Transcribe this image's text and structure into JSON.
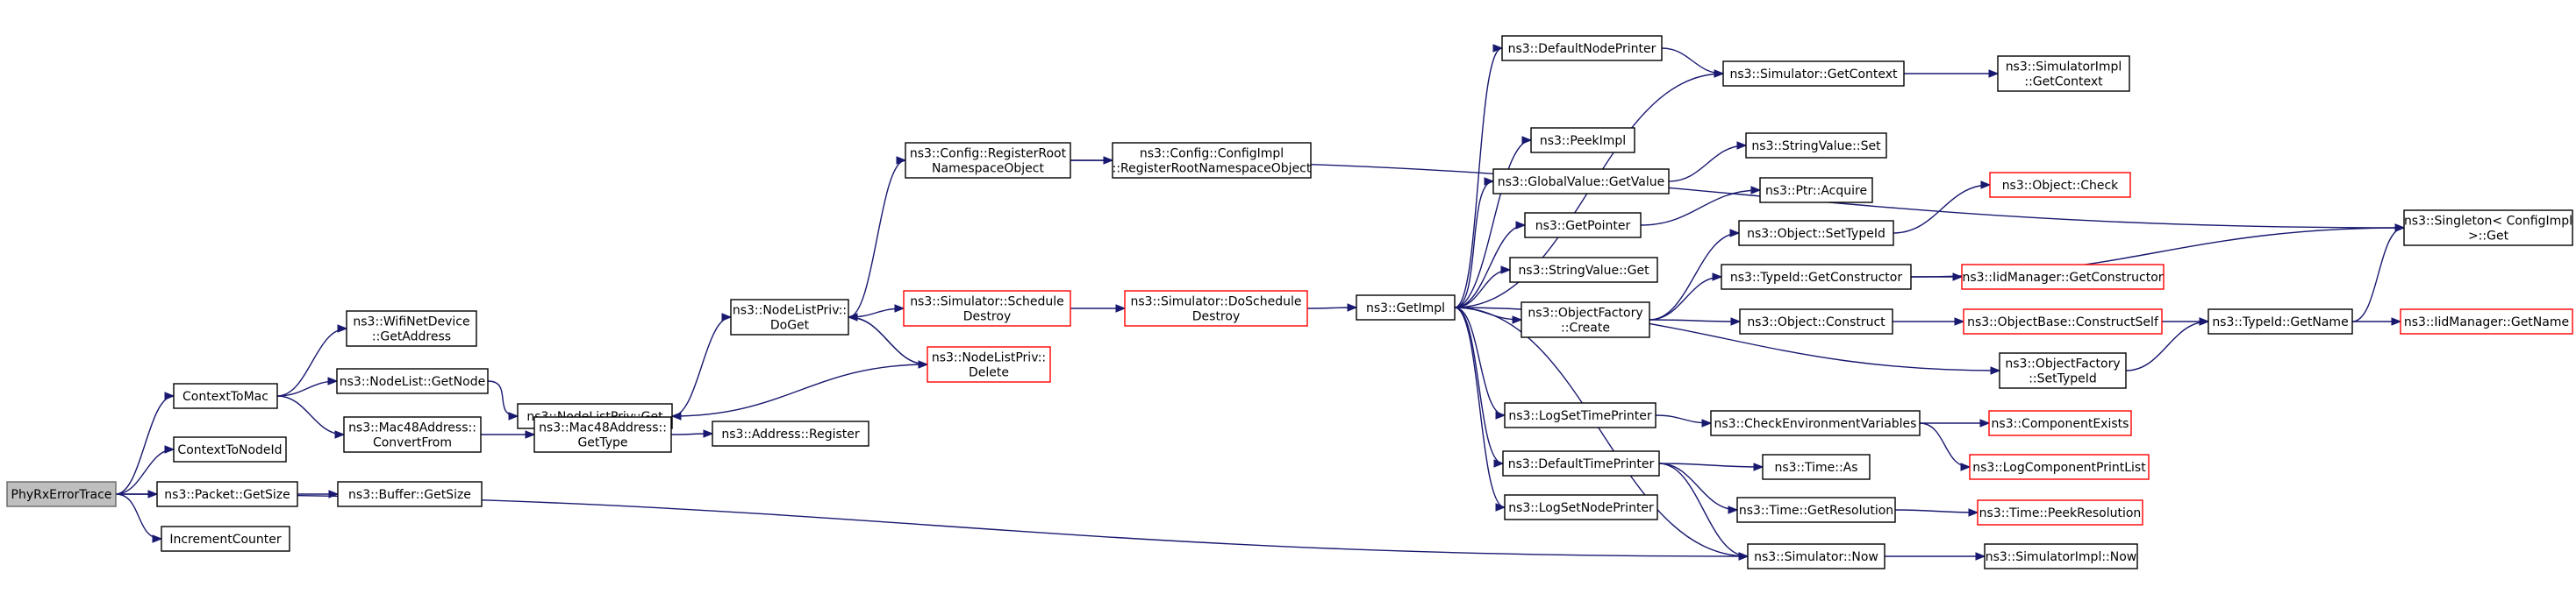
{
  "graph": {
    "nodes": [
      {
        "id": "PhyRxErrorTrace",
        "lines": [
          "PhyRxErrorTrace"
        ],
        "style": "root"
      },
      {
        "id": "ContextToMac",
        "lines": [
          "ContextToMac"
        ],
        "style": "normal"
      },
      {
        "id": "ContextToNodeId",
        "lines": [
          "ContextToNodeId"
        ],
        "style": "normal"
      },
      {
        "id": "PacketGetSize",
        "lines": [
          "ns3::Packet::GetSize"
        ],
        "style": "normal"
      },
      {
        "id": "IncrementCounter",
        "lines": [
          "IncrementCounter"
        ],
        "style": "normal"
      },
      {
        "id": "WifiNetDeviceGetAddress",
        "lines": [
          "ns3::WifiNetDevice",
          "::GetAddress"
        ],
        "style": "normal"
      },
      {
        "id": "NodeListGetNode",
        "lines": [
          "ns3::NodeList::GetNode"
        ],
        "style": "normal"
      },
      {
        "id": "Mac48AddressConvertFrom",
        "lines": [
          "ns3::Mac48Address::",
          "ConvertFrom"
        ],
        "style": "normal"
      },
      {
        "id": "BufferGetSize",
        "lines": [
          "ns3::Buffer::GetSize"
        ],
        "style": "normal"
      },
      {
        "id": "NodeListPrivGet",
        "lines": [
          "ns3::NodeListPriv::Get"
        ],
        "style": "normal"
      },
      {
        "id": "Mac48AddressGetType",
        "lines": [
          "ns3::Mac48Address::",
          "GetType"
        ],
        "style": "normal"
      },
      {
        "id": "AddressRegister",
        "lines": [
          "ns3::Address::Register"
        ],
        "style": "normal"
      },
      {
        "id": "NodeListPrivDoGet",
        "lines": [
          "ns3::NodeListPriv::",
          "DoGet"
        ],
        "style": "normal"
      },
      {
        "id": "ConfigRegisterRoot",
        "lines": [
          "ns3::Config::RegisterRoot",
          "NamespaceObject"
        ],
        "style": "normal"
      },
      {
        "id": "ConfigImplRegisterRoot",
        "lines": [
          "ns3::Config::ConfigImpl",
          "::RegisterRootNamespaceObject"
        ],
        "style": "normal"
      },
      {
        "id": "SimulatorScheduleDestroy",
        "lines": [
          "ns3::Simulator::Schedule",
          "Destroy"
        ],
        "style": "red"
      },
      {
        "id": "NodeListPrivDelete",
        "lines": [
          "ns3::NodeListPriv::",
          "Delete"
        ],
        "style": "red"
      },
      {
        "id": "SimulatorDoScheduleDestroy",
        "lines": [
          "ns3::Simulator::DoSchedule",
          "Destroy"
        ],
        "style": "red"
      },
      {
        "id": "GetImpl",
        "lines": [
          "ns3::GetImpl"
        ],
        "style": "normal"
      },
      {
        "id": "DefaultNodePrinter",
        "lines": [
          "ns3::DefaultNodePrinter"
        ],
        "style": "normal"
      },
      {
        "id": "PeekImpl",
        "lines": [
          "ns3::PeekImpl"
        ],
        "style": "normal"
      },
      {
        "id": "GlobalValueGetValue",
        "lines": [
          "ns3::GlobalValue::GetValue"
        ],
        "style": "normal"
      },
      {
        "id": "GetPointer",
        "lines": [
          "ns3::GetPointer"
        ],
        "style": "normal"
      },
      {
        "id": "StringValueGet",
        "lines": [
          "ns3::StringValue::Get"
        ],
        "style": "normal"
      },
      {
        "id": "ObjectFactoryCreate",
        "lines": [
          "ns3::ObjectFactory",
          "::Create"
        ],
        "style": "normal"
      },
      {
        "id": "LogSetTimePrinter",
        "lines": [
          "ns3::LogSetTimePrinter"
        ],
        "style": "normal"
      },
      {
        "id": "DefaultTimePrinter",
        "lines": [
          "ns3::DefaultTimePrinter"
        ],
        "style": "normal"
      },
      {
        "id": "LogSetNodePrinter",
        "lines": [
          "ns3::LogSetNodePrinter"
        ],
        "style": "normal"
      },
      {
        "id": "SimulatorGetContext",
        "lines": [
          "ns3::Simulator::GetContext"
        ],
        "style": "normal"
      },
      {
        "id": "StringValueSet",
        "lines": [
          "ns3::StringValue::Set"
        ],
        "style": "normal"
      },
      {
        "id": "PtrAcquire",
        "lines": [
          "ns3::Ptr::Acquire"
        ],
        "style": "normal"
      },
      {
        "id": "ObjectSetTypeId",
        "lines": [
          "ns3::Object::SetTypeId"
        ],
        "style": "normal"
      },
      {
        "id": "TypeIdGetConstructor",
        "lines": [
          "ns3::TypeId::GetConstructor"
        ],
        "style": "normal"
      },
      {
        "id": "ObjectConstruct",
        "lines": [
          "ns3::Object::Construct"
        ],
        "style": "normal"
      },
      {
        "id": "ObjectFactorySetTypeId",
        "lines": [
          "ns3::ObjectFactory",
          "::SetTypeId"
        ],
        "style": "normal"
      },
      {
        "id": "CheckEnvironmentVariables",
        "lines": [
          "ns3::CheckEnvironmentVariables"
        ],
        "style": "normal"
      },
      {
        "id": "TimeAs",
        "lines": [
          "ns3::Time::As"
        ],
        "style": "normal"
      },
      {
        "id": "TimeGetResolution",
        "lines": [
          "ns3::Time::GetResolution"
        ],
        "style": "normal"
      },
      {
        "id": "SimulatorNow",
        "lines": [
          "ns3::Simulator::Now"
        ],
        "style": "normal"
      },
      {
        "id": "SimulatorImplGetContext",
        "lines": [
          "ns3::SimulatorImpl",
          "::GetContext"
        ],
        "style": "normal"
      },
      {
        "id": "ObjectCheck",
        "lines": [
          "ns3::Object::Check"
        ],
        "style": "red"
      },
      {
        "id": "IidManagerGetConstructor",
        "lines": [
          "ns3::IidManager::GetConstructor"
        ],
        "style": "red"
      },
      {
        "id": "ObjectBaseConstructSelf",
        "lines": [
          "ns3::ObjectBase::ConstructSelf"
        ],
        "style": "red"
      },
      {
        "id": "ComponentExists",
        "lines": [
          "ns3::ComponentExists"
        ],
        "style": "red"
      },
      {
        "id": "LogComponentPrintList",
        "lines": [
          "ns3::LogComponentPrintList"
        ],
        "style": "red"
      },
      {
        "id": "TimePeekResolution",
        "lines": [
          "ns3::Time::PeekResolution"
        ],
        "style": "red"
      },
      {
        "id": "SimulatorImplNow",
        "lines": [
          "ns3::SimulatorImpl::Now"
        ],
        "style": "normal"
      },
      {
        "id": "SingletonConfigImplGet",
        "lines": [
          "ns3::Singleton< ConfigImpl",
          ">::Get"
        ],
        "style": "normal"
      },
      {
        "id": "TypeIdGetName",
        "lines": [
          "ns3::TypeId::GetName"
        ],
        "style": "normal"
      },
      {
        "id": "IidManagerGetName",
        "lines": [
          "ns3::IidManager::GetName"
        ],
        "style": "red"
      }
    ],
    "edges": [
      [
        "PhyRxErrorTrace",
        "ContextToMac"
      ],
      [
        "PhyRxErrorTrace",
        "ContextToNodeId"
      ],
      [
        "PhyRxErrorTrace",
        "PacketGetSize"
      ],
      [
        "PhyRxErrorTrace",
        "IncrementCounter"
      ],
      [
        "PhyRxErrorTrace",
        "SimulatorNow"
      ],
      [
        "ContextToMac",
        "WifiNetDeviceGetAddress"
      ],
      [
        "ContextToMac",
        "NodeListGetNode"
      ],
      [
        "ContextToMac",
        "Mac48AddressConvertFrom"
      ],
      [
        "PacketGetSize",
        "BufferGetSize"
      ],
      [
        "NodeListGetNode",
        "NodeListPrivGet"
      ],
      [
        "Mac48AddressConvertFrom",
        "Mac48AddressGetType"
      ],
      [
        "Mac48AddressGetType",
        "AddressRegister"
      ],
      [
        "NodeListPrivGet",
        "NodeListPrivDoGet"
      ],
      [
        "NodeListPrivDoGet",
        "ConfigRegisterRoot"
      ],
      [
        "NodeListPrivDoGet",
        "SimulatorScheduleDestroy"
      ],
      [
        "NodeListPrivDoGet",
        "NodeListPrivDelete"
      ],
      [
        "NodeListPrivDelete",
        "NodeListPrivDoGet"
      ],
      [
        "NodeListPrivDelete",
        "NodeListPrivGet"
      ],
      [
        "ConfigRegisterRoot",
        "ConfigImplRegisterRoot"
      ],
      [
        "ConfigRegisterRoot",
        "SingletonConfigImplGet"
      ],
      [
        "SimulatorScheduleDestroy",
        "SimulatorDoScheduleDestroy"
      ],
      [
        "SimulatorDoScheduleDestroy",
        "GetImpl"
      ],
      [
        "GetImpl",
        "DefaultNodePrinter"
      ],
      [
        "GetImpl",
        "SimulatorGetContext"
      ],
      [
        "GetImpl",
        "PeekImpl"
      ],
      [
        "GetImpl",
        "GlobalValueGetValue"
      ],
      [
        "GetImpl",
        "GetPointer"
      ],
      [
        "GetImpl",
        "StringValueGet"
      ],
      [
        "GetImpl",
        "ObjectFactoryCreate"
      ],
      [
        "GetImpl",
        "ObjectFactorySetTypeId"
      ],
      [
        "GetImpl",
        "LogSetTimePrinter"
      ],
      [
        "GetImpl",
        "DefaultTimePrinter"
      ],
      [
        "GetImpl",
        "LogSetNodePrinter"
      ],
      [
        "GetImpl",
        "SimulatorNow"
      ],
      [
        "DefaultNodePrinter",
        "SimulatorGetContext"
      ],
      [
        "SimulatorGetContext",
        "SimulatorImplGetContext"
      ],
      [
        "GlobalValueGetValue",
        "StringValueSet"
      ],
      [
        "GetPointer",
        "PtrAcquire"
      ],
      [
        "ObjectFactoryCreate",
        "ObjectSetTypeId"
      ],
      [
        "ObjectFactoryCreate",
        "TypeIdGetConstructor"
      ],
      [
        "ObjectFactoryCreate",
        "ObjectConstruct"
      ],
      [
        "ObjectSetTypeId",
        "ObjectCheck"
      ],
      [
        "TypeIdGetConstructor",
        "IidManagerGetConstructor"
      ],
      [
        "TypeIdGetConstructor",
        "SingletonConfigImplGet"
      ],
      [
        "ObjectConstruct",
        "ObjectBaseConstructSelf"
      ],
      [
        "ObjectBaseConstructSelf",
        "TypeIdGetName"
      ],
      [
        "ObjectFactorySetTypeId",
        "TypeIdGetName"
      ],
      [
        "TypeIdGetName",
        "IidManagerGetName"
      ],
      [
        "TypeIdGetName",
        "SingletonConfigImplGet"
      ],
      [
        "LogSetTimePrinter",
        "CheckEnvironmentVariables"
      ],
      [
        "CheckEnvironmentVariables",
        "ComponentExists"
      ],
      [
        "CheckEnvironmentVariables",
        "LogComponentPrintList"
      ],
      [
        "DefaultTimePrinter",
        "TimeAs"
      ],
      [
        "DefaultTimePrinter",
        "TimeGetResolution"
      ],
      [
        "DefaultTimePrinter",
        "SimulatorNow"
      ],
      [
        "TimeGetResolution",
        "TimePeekResolution"
      ],
      [
        "SimulatorNow",
        "SimulatorImplNow"
      ]
    ]
  }
}
